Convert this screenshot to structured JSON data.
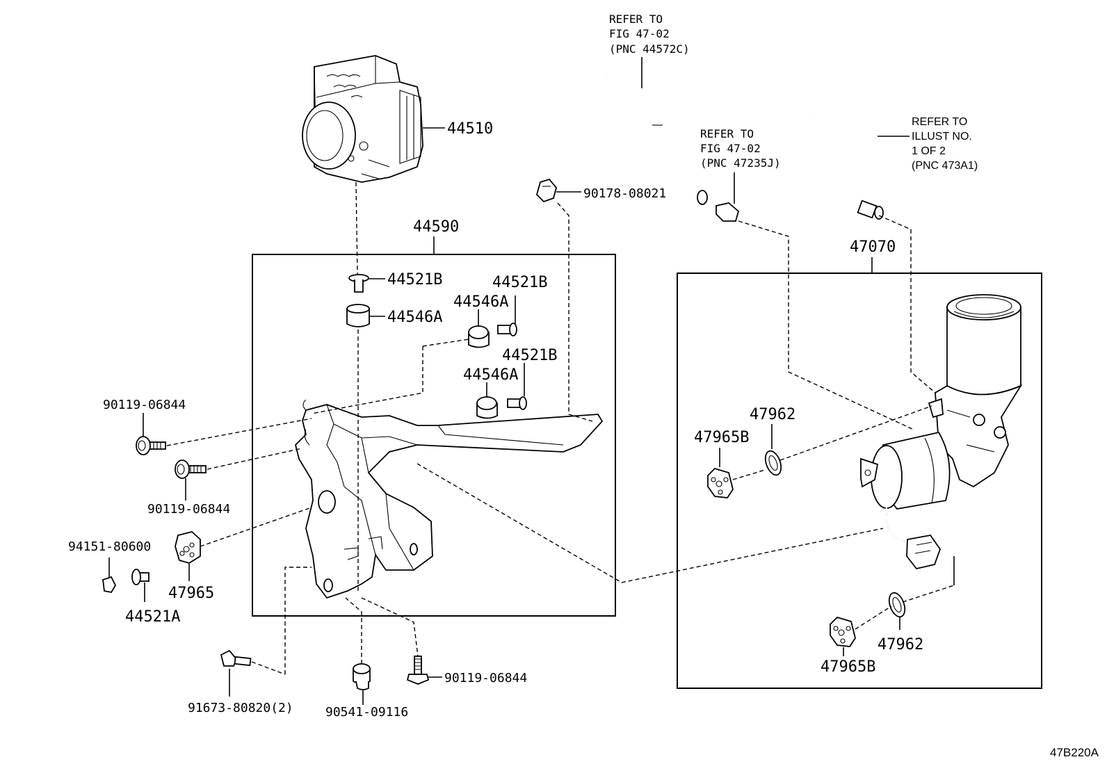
{
  "diagram_code": "47B220A",
  "notes": {
    "refer_top": [
      "REFER TO",
      "FIG 47-02",
      "(PNC 44572C)"
    ],
    "refer_mid": [
      "REFER TO",
      "FIG 47-02",
      "(PNC 47235J)"
    ],
    "refer_right": [
      "REFER TO",
      "ILLUST NO.",
      "1 OF 2",
      "(PNC 473A1)"
    ]
  },
  "labels": {
    "actuator": "44510",
    "bracket_group": "44590",
    "pump_group": "47070",
    "clip": "90178-08021",
    "bolt_top": "44521B",
    "cushion_top": "44546A",
    "cushion_mid": "44546A",
    "bolt_mid": "44521B",
    "cushion_low": "44546A",
    "bolt_low": "44521B",
    "bolt_left_a": "90119-06844",
    "bolt_left_b": "90119-06844",
    "washer_left": "94151-80600",
    "bolt_small": "44521A",
    "cushion_left": "47965",
    "bolt_bottom_left": "91673-80820(2)",
    "nut_bottom": "90541-09116",
    "bolt_bottom_right": "90119-06844",
    "ring_upper": "47962",
    "cushion_upper": "47965B",
    "ring_lower": "47962",
    "cushion_lower": "47965B"
  }
}
